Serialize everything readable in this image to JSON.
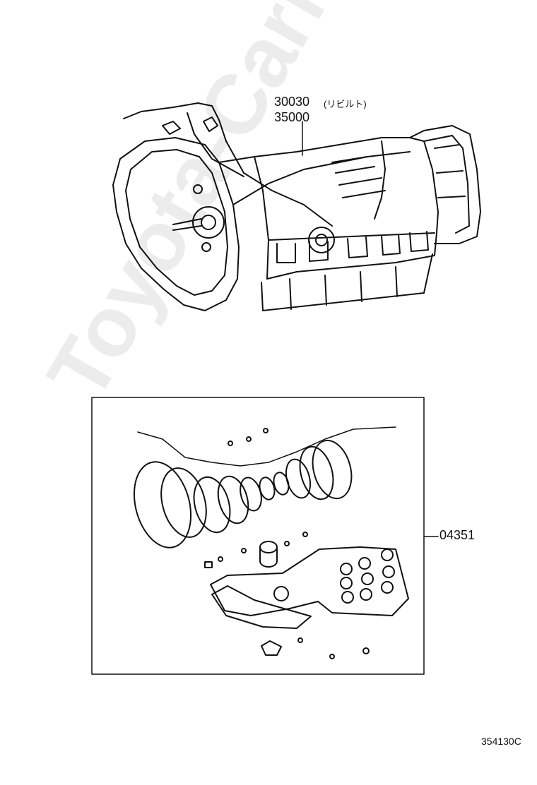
{
  "labels": {
    "part_a": "30030",
    "part_a_note": "(リビルト)",
    "part_b": "35000",
    "part_c": "04351",
    "diagram_id": "354130C"
  },
  "watermark": "Toyota-CarMe.ru"
}
